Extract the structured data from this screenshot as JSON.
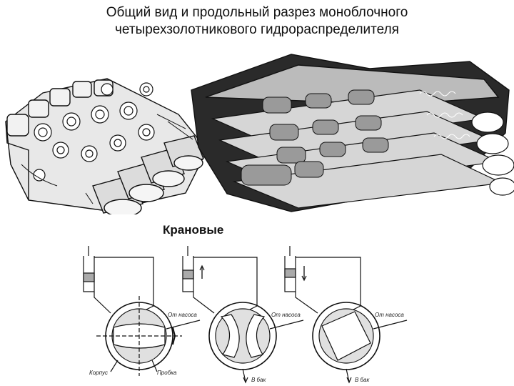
{
  "title": {
    "line1": "Общий вид  и продольный разрез  моноблочного",
    "line2": "четырехзолотникового гидрораспределителя"
  },
  "subhead": "Крановые",
  "valves": [
    {
      "from_pump": "От насоса",
      "body": "Корпус",
      "plug": "Пробка"
    },
    {
      "from_pump": "От насоса",
      "to_tank": "В бак"
    },
    {
      "from_pump": "От насоса",
      "to_tank": "В бак"
    }
  ]
}
